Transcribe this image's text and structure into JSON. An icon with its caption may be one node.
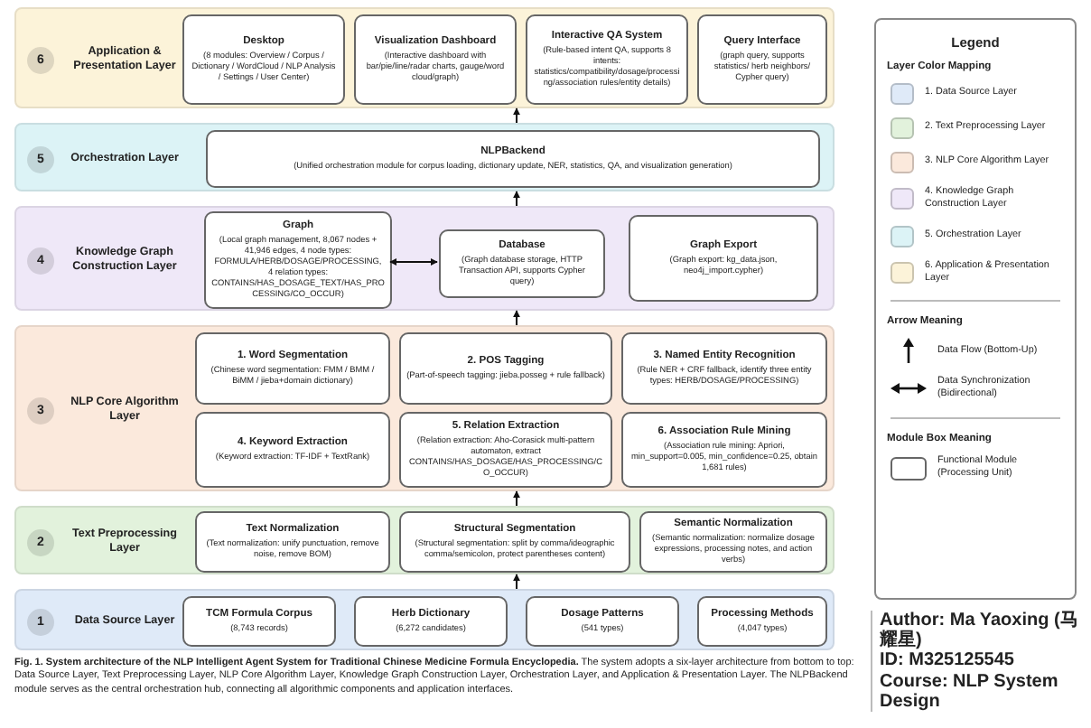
{
  "diagram": {
    "caption": "**Fig. 1. System architecture of the NLP Intelligent Agent System for Traditional Chinese Medicine Formula Encyclopedia.** The system adopts a six-layer architecture from bottom to top: Data Source Layer, Text Preprocessing Layer, NLP Core Algorithm Layer, Knowledge Graph Construction Layer, Orchestration Layer, and Application & Presentation Layer. The NLPBackend module serves as the central orchestration hub, connecting all algorithmic components and application interfaces.",
    "nodes": [
      {
        "text": [
          "6",
          "Application & Presentation Layer"
        ]
      },
      {
        "text": [
          "Desktop",
          "(8 modules: Overview / Corpus / Dictionary / WordCloud / NLP Analysis / Settings / User Center)"
        ],
        "in": 0
      },
      {
        "text": [
          "Visualization Dashboard",
          "(Interactive dashboard with bar/pie/line/radar charts, gauge/word cloud/graph)"
        ],
        "in": 0
      },
      {
        "text": [
          "Interactive QA System",
          "(Rule-based intent QA, supports 8 intents: statistics/compatibility/dosage/processing/association rules/entity details)"
        ],
        "in": 0
      },
      {
        "text": [
          "Query Interface",
          "(graph query, supports statistics/ herb neighbors/ Cypher query)"
        ],
        "in": 0
      },
      {
        "text": [
          "5",
          "Orchestration Layer"
        ]
      },
      {
        "text": [
          "NLPBackend",
          "(Unified orchestration module for corpus loading, dictionary update, NER, statistics, QA, and visualization generation)"
        ],
        "in": 5
      },
      {
        "text": [
          "4",
          "Knowledge Graph Construction Layer"
        ]
      },
      {
        "text": [
          "Graph",
          "(Local graph management, 8,067 nodes + 41,946 edges, 4 node types: FORMULA/HERB/DOSAGE/PROCESSING, 4 relation types: CONTAINS/HAS_DOSAGE_TEXT/HAS_PROCESSING/CO_OCCUR)"
        ],
        "in": 7
      },
      {
        "text": [
          "Database",
          "(Graph database storage, HTTP Transaction API, supports Cypher query)"
        ],
        "in": 7
      },
      {
        "text": [
          "Graph Export",
          "(Graph export: kg_data.json, neo4j_import.cypher)"
        ],
        "in": 7
      },
      {
        "text": [
          "3",
          "NLP Core Algorithm Layer"
        ]
      },
      {
        "text": [
          "1. Word Segmentation",
          "(Chinese word segmentation: FMM / BMM / BiMM / jieba+domain dictionary)"
        ],
        "in": 11
      },
      {
        "text": [
          "2. POS Tagging",
          "(Part-of-speech tagging: jieba.posseg + rule fallback)"
        ],
        "in": 11
      },
      {
        "text": [
          "3. Named Entity Recognition",
          "(Rule NER + CRF fallback, identify three entity types: HERB/DOSAGE/PROCESSING)"
        ],
        "in": 11
      },
      {
        "text": [
          "4. Keyword Extraction",
          "(Keyword extraction: TF-IDF + TextRank)"
        ],
        "in": 11
      },
      {
        "text": [
          "5. Relation Extraction",
          "(Relation extraction: Aho-Corasick multi-pattern automaton, extract CONTAINS/HAS_DOSAGE/HAS_PROCESSING/CO_OCCUR)"
        ],
        "in": 11
      },
      {
        "text": [
          "6. Association Rule Mining",
          "(Association rule mining: Apriori, min_support=0.005, min_confidence=0.25, obtain 1,681 rules)"
        ],
        "in": 11
      },
      {
        "text": [
          "2",
          "Text Preprocessing Layer"
        ]
      },
      {
        "text": [
          "Text Normalization",
          "(Text normalization: unify punctuation, remove noise, remove BOM)"
        ],
        "in": 18
      },
      {
        "text": [
          "Structural Segmentation",
          "(Structural segmentation: split by comma/ideographic comma/semicolon, protect parentheses content)"
        ],
        "in": 18
      },
      {
        "text": [
          "Semantic Normalization",
          "(Semantic normalization: normalize dosage expressions, processing notes, and action verbs)"
        ],
        "in": 18
      },
      {
        "text": [
          "1",
          "Data Source Layer"
        ]
      },
      {
        "text": [
          "TCM Formula Corpus",
          "(8,743 records)"
        ],
        "in": 22
      },
      {
        "text": [
          "Herb Dictionary",
          "(6,272 candidates)"
        ],
        "in": 22
      },
      {
        "text": [
          "Dosage Patterns",
          "(541 types)"
        ],
        "in": 22
      },
      {
        "text": [
          "Processing Methods",
          "(4,047 types)"
        ],
        "in": 22
      }
    ],
    "edges": [
      {
        "from": 22,
        "to": 18,
        "arrow": "to"
      },
      {
        "from": 18,
        "to": 11,
        "arrow": "to"
      },
      {
        "from": 11,
        "to": 7,
        "arrow": "to"
      },
      {
        "from": 7,
        "to": 5,
        "arrow": "to"
      },
      {
        "from": 5,
        "to": 0,
        "arrow": "to"
      },
      {
        "from": 8,
        "to": 9,
        "arrow": "both"
      }
    ],
    "labels": [
      "Legend",
      "Layer Color Mapping",
      "Arrow Meaning",
      "Module Box Meaning",
      "Author: Ma Yaoxing (马耀星)",
      "ID: M325125545",
      "Course: NLP System Design"
    ],
    "legend": [
      {
        "text": "1. Data Source Layer",
        "color": "#dfeaf8"
      },
      {
        "text": "2. Text Preprocessing Layer",
        "color": "#e2f2dc"
      },
      {
        "text": "3. NLP Core Algorithm Layer",
        "color": "#fbe9dc"
      },
      {
        "text": "4. Knowledge Graph Construction Layer",
        "color": "#efe8f8"
      },
      {
        "text": "5. Orchestration Layer",
        "color": "#dcf3f6"
      },
      {
        "text": "6. Application & Presentation Layer",
        "color": "#fcf3d9"
      },
      {
        "text": "Data Flow (Bottom-Up)"
      },
      {
        "text": "Data Synchronization (Bidirectional)"
      },
      {
        "text": "Functional Module (Processing Unit)"
      }
    ]
  }
}
